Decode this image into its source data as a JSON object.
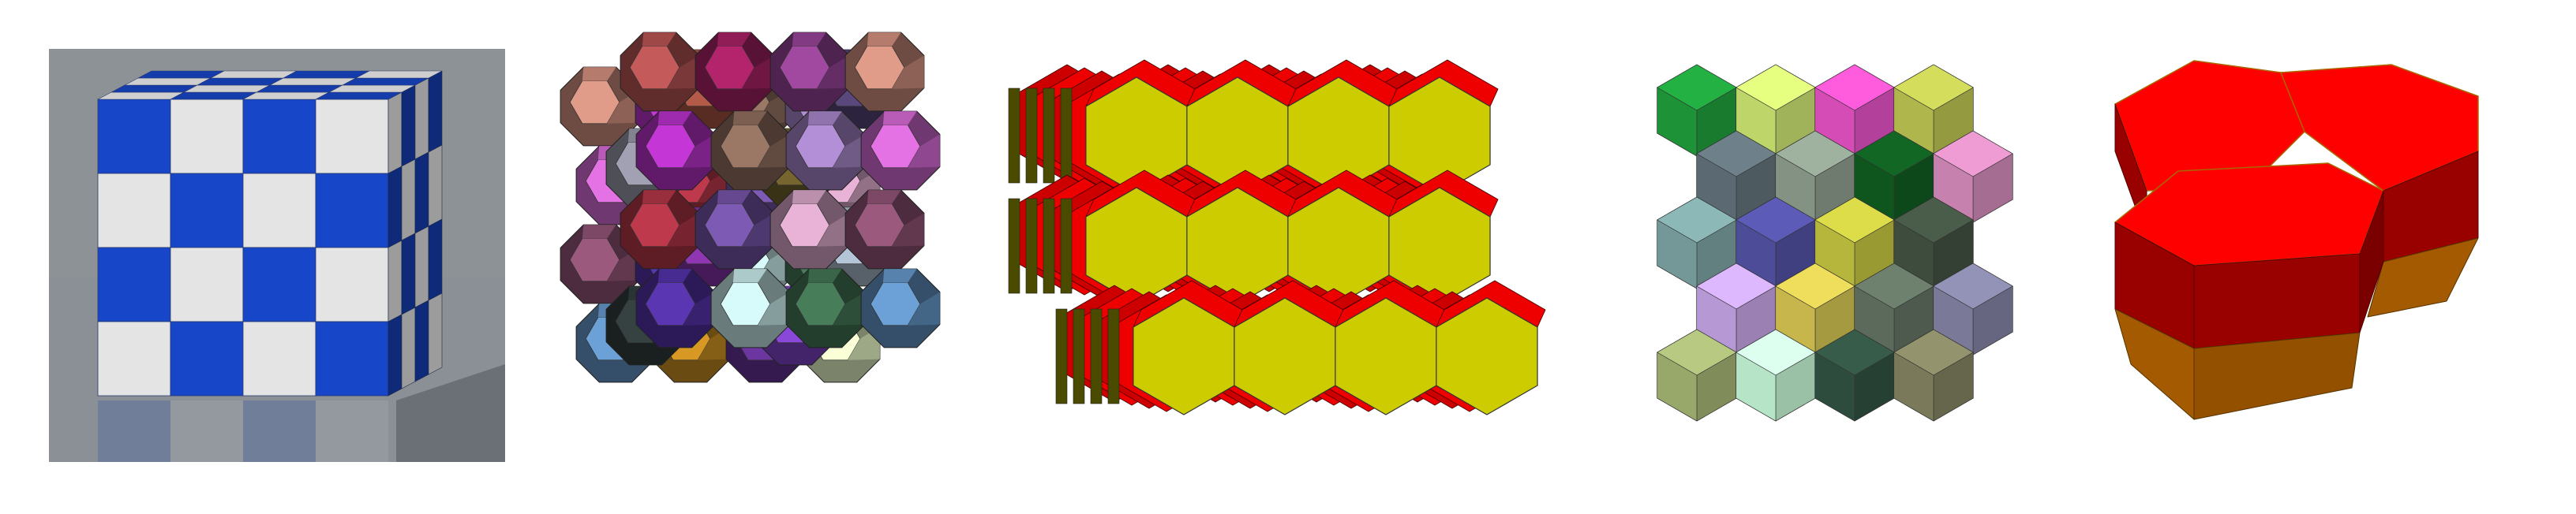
{
  "figure": {
    "panels": [
      {
        "name": "cubic-honeycomb",
        "palette": {
          "blue": "#1746c8",
          "white": "#e4e4e4",
          "floor": "#8d9297"
        }
      },
      {
        "name": "bitruncated-cubic-honeycomb"
      },
      {
        "name": "hexagonal-prismatic-honeycomb",
        "palette": {
          "face": "#cccc00",
          "side": "#ee0000",
          "dark": "#4a4a00"
        }
      },
      {
        "name": "rhombic-dodecahedral-honeycomb"
      },
      {
        "name": "hexagonal-prism-cluster",
        "palette": {
          "top": "#ff0000",
          "side": "#990000",
          "base": "#a35a00"
        }
      }
    ]
  }
}
